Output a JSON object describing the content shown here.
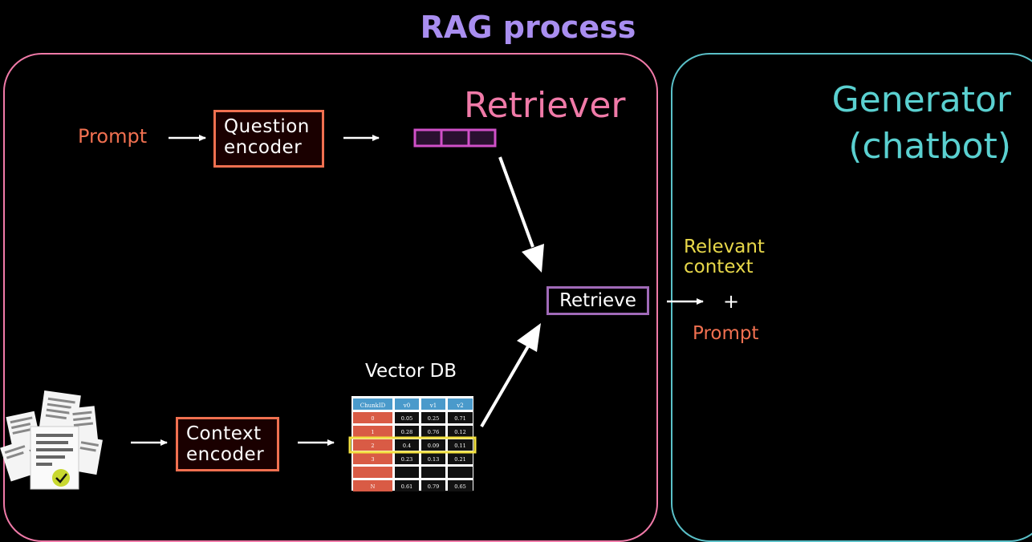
{
  "title": "RAG process",
  "retriever": {
    "label": "Retriever"
  },
  "generator": {
    "label_line1": "Generator",
    "label_line2": "(chatbot)"
  },
  "prompt_label": "Prompt",
  "question_encoder": {
    "line1": "Question",
    "line2": "encoder"
  },
  "context_encoder": {
    "line1": "Context",
    "line2": "encoder"
  },
  "retrieve_label": "Retrieve",
  "relevant_context": {
    "line1": "Relevant",
    "line2": "context"
  },
  "plus": "+",
  "output_prompt": "Prompt",
  "vector_db": {
    "label": "Vector DB",
    "headers": [
      "ChunkID",
      "v0",
      "v1",
      "v2"
    ],
    "rows": [
      [
        "0",
        "0.05",
        "0.25",
        "0.71"
      ],
      [
        "1",
        "0.28",
        "0.76",
        "0.12"
      ],
      [
        "2",
        "0.4",
        "0.09",
        "0.11"
      ],
      [
        "3",
        "0.23",
        "0.13",
        "0.21"
      ],
      [
        "",
        "",
        "",
        ""
      ],
      [
        "N",
        "0.61",
        "0.79",
        "0.65"
      ]
    ],
    "highlight_row": 2
  },
  "colors": {
    "title": "#a98ef0",
    "retriever": "#f07aa8",
    "generator": "#5ac0c8",
    "encoder": "#f07050",
    "retrieve": "#a06ab8",
    "relevant": "#e8d84a"
  }
}
